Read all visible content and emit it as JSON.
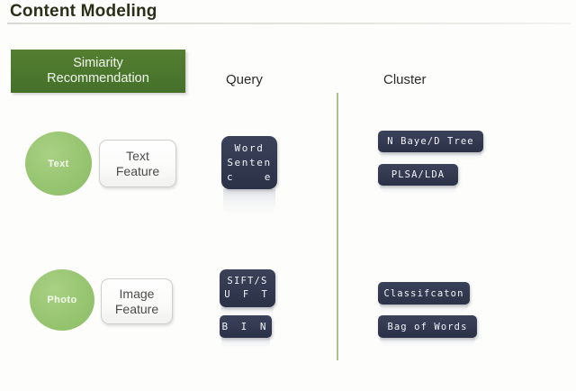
{
  "slide": {
    "title": "Content Modeling",
    "background_color": "#fdfdfc"
  },
  "header_box": {
    "line1": "Simiarity",
    "line2": "Recommendation",
    "color": "#4c7a2b",
    "text_color": "#f1f7ec"
  },
  "columns": {
    "query_label": "Query",
    "cluster_label": "Cluster",
    "divider_color": "#a8c48a"
  },
  "rows": [
    {
      "circle_label": "Text",
      "feature_line1": "Text",
      "feature_line2": "Feature",
      "query_chip": {
        "line1": "Word",
        "line2": "Senten",
        "line3_left": "c",
        "line3_right": "e"
      },
      "cluster_chips": [
        {
          "label": "N Baye/D Tree"
        },
        {
          "label": "PLSA/LDA"
        }
      ]
    },
    {
      "circle_label": "Photo",
      "feature_line1": "Image",
      "feature_line2": "Feature",
      "query_chips": [
        {
          "line1": "SIFT/S",
          "line2": "U F T"
        },
        {
          "label": "B I N"
        }
      ],
      "cluster_chips": [
        {
          "label": "Classifcaton"
        },
        {
          "label": "Bag of Words"
        }
      ]
    }
  ],
  "colors": {
    "circle_green": "#96c46f",
    "chip_navy": "#333a51",
    "title_color": "#2b2f18"
  }
}
